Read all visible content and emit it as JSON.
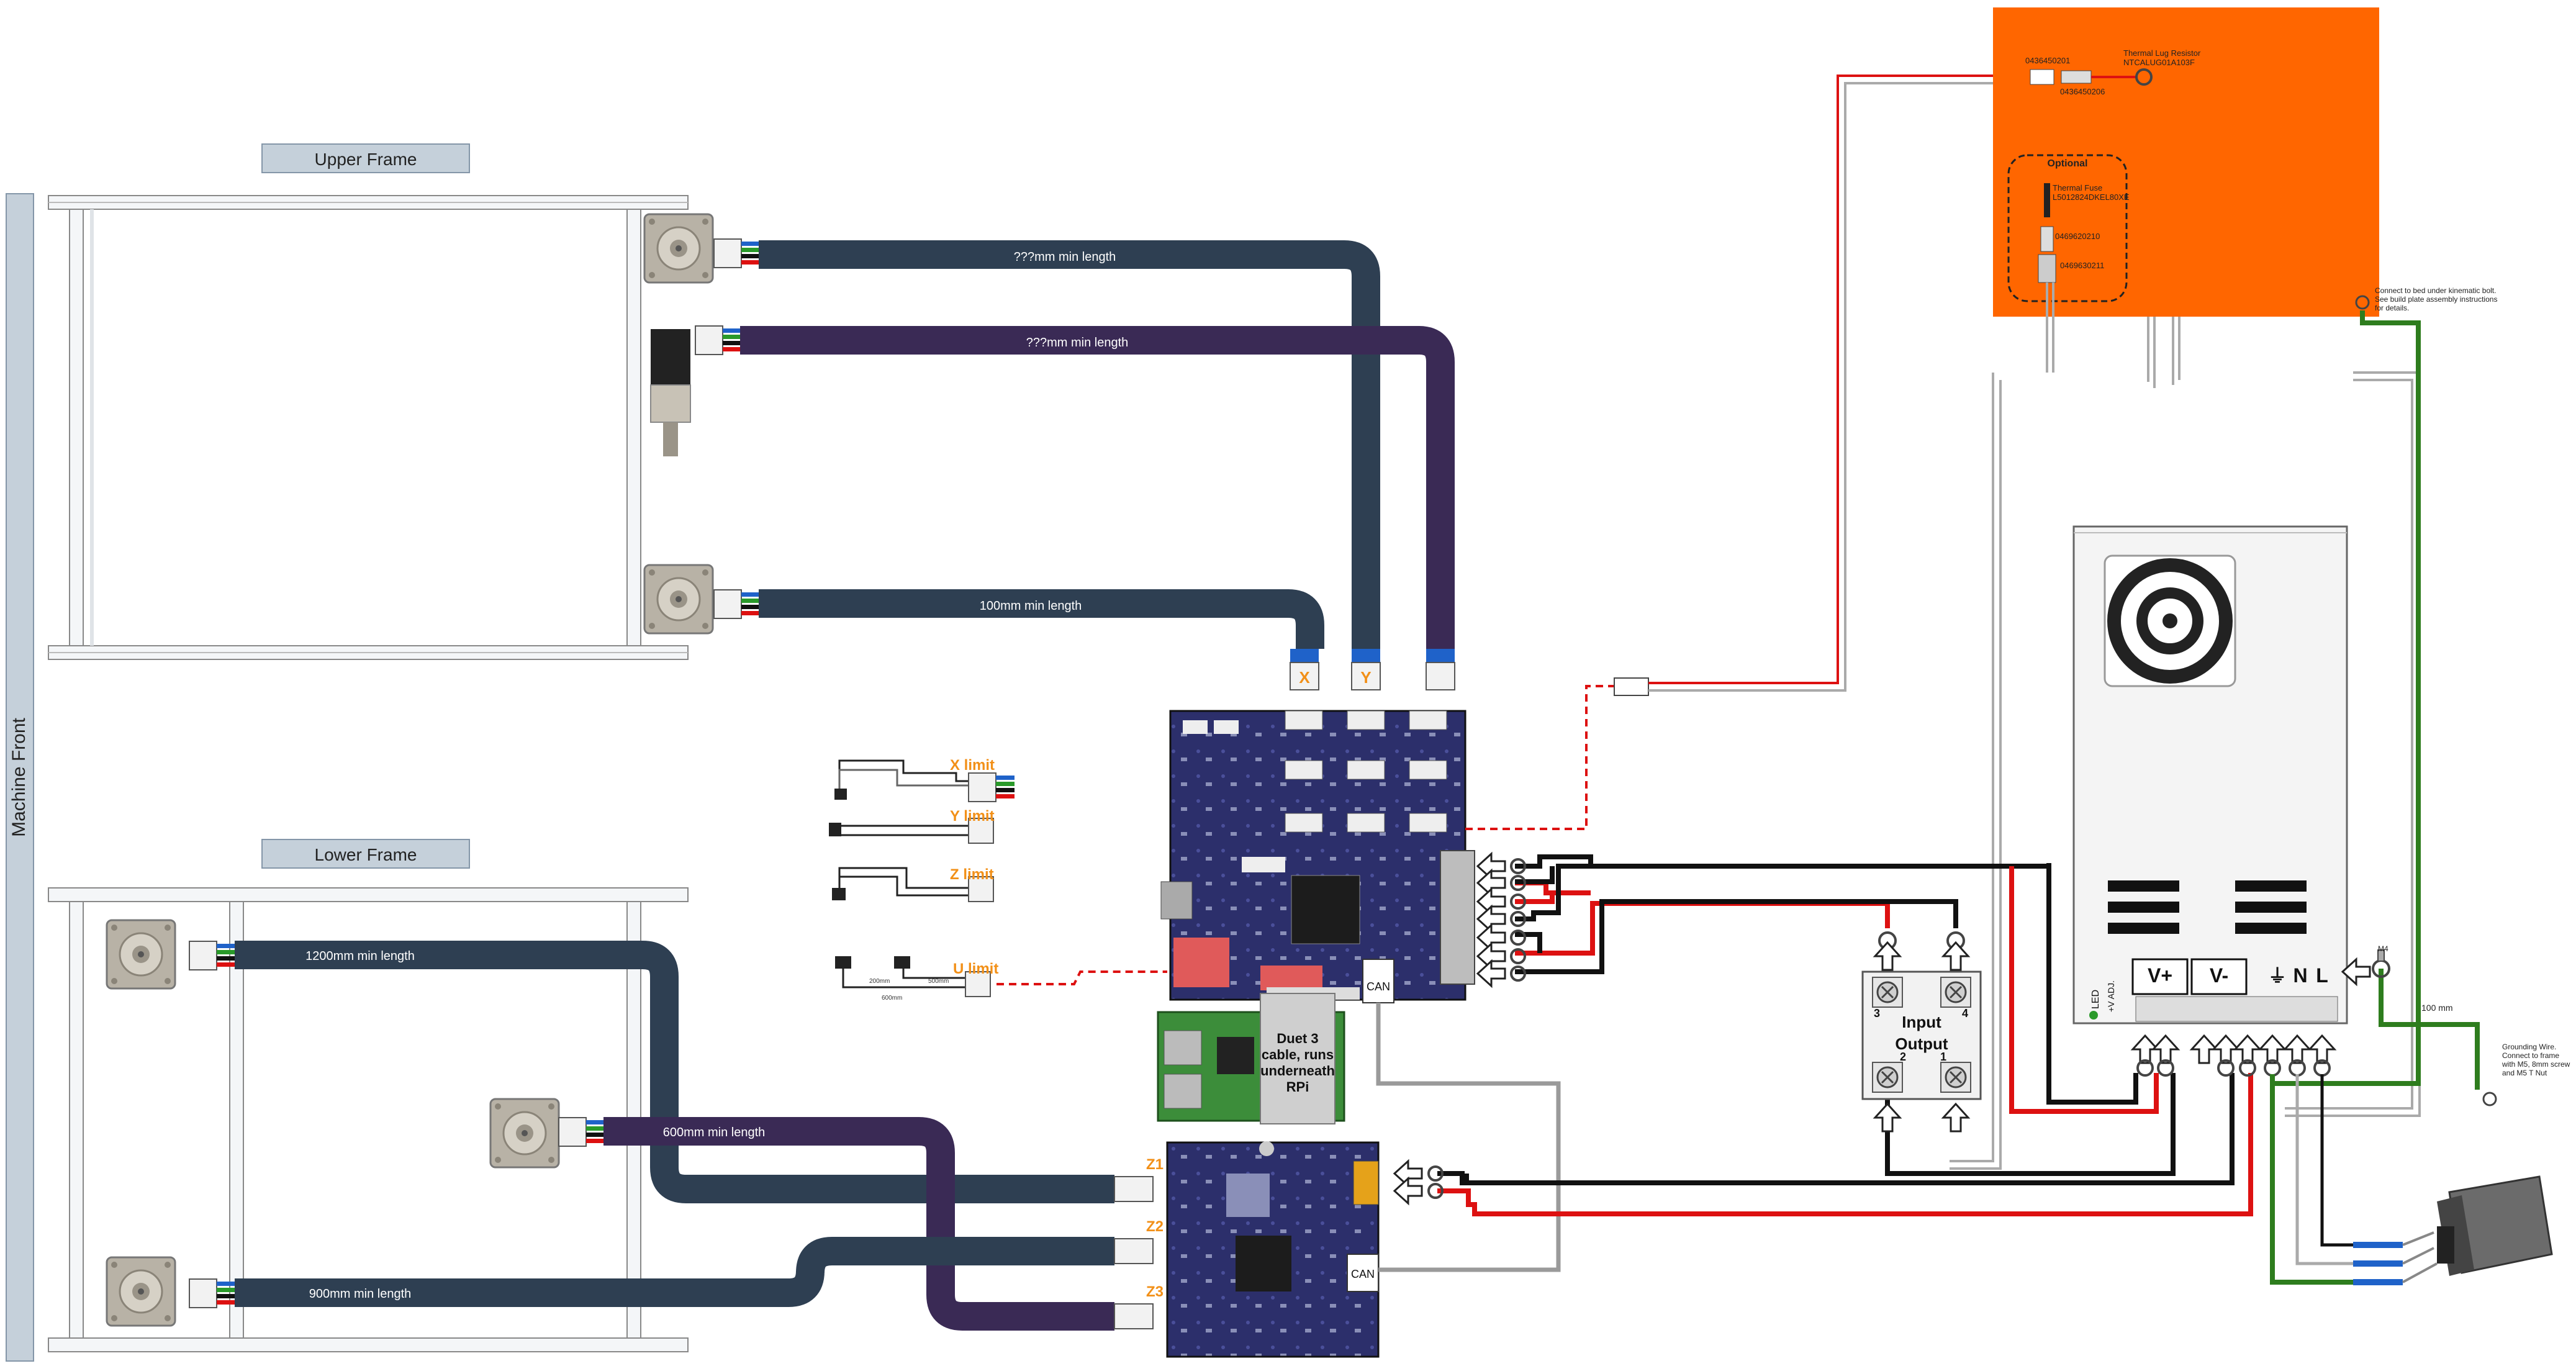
{
  "labels": {
    "upper_frame": "Upper Frame",
    "lower_frame": "Lower Frame",
    "machine_front": "Machine Front",
    "cable_upper_1": "???mm min length",
    "cable_upper_2": "???mm min length",
    "cable_upper_3": "100mm min length",
    "cable_lower_1": "1200mm min length",
    "cable_lower_2": "600mm min length",
    "cable_lower_3": "900mm min length",
    "conn_x": "X",
    "conn_y": "Y",
    "z1": "Z1",
    "z2": "Z2",
    "z3": "Z3",
    "x_limit": "X limit",
    "y_limit": "Y limit",
    "z_limit": "Z limit",
    "u_limit": "U limit",
    "u_dim_1": "200mm",
    "u_dim_2": "500mm",
    "u_dim_3": "600mm",
    "can_1": "CAN",
    "can_2": "CAN",
    "rpi_note_1": "Duet 3",
    "rpi_note_2": "cable, runs",
    "rpi_note_3": "underneath",
    "rpi_note_4": "RPi",
    "ssr_input": "Input",
    "ssr_output": "Output",
    "ssr_3": "3",
    "ssr_4": "4",
    "ssr_2": "2",
    "ssr_1": "1",
    "psu_vplus": "V+",
    "psu_vminus": "V-",
    "psu_n": "N",
    "psu_l": "L",
    "psu_led": "LED",
    "psu_adj": "+V ADJ.",
    "m4_label": "M4",
    "dim_100": "100 mm",
    "bed_part_1": "0436450201",
    "bed_part_2": "0436450206",
    "bed_thermistor_1": "Thermal Lug Resistor",
    "bed_thermistor_2": "NTCALUG01A103F",
    "bed_optional": "Optional",
    "bed_fuse_1": "Thermal Fuse",
    "bed_fuse_2": "L5012824DKEL80XE",
    "bed_part_3": "0469620210",
    "bed_part_4": "0469630211",
    "bed_note_1": "Connect to bed under kinematic bolt.",
    "bed_note_2": "See build plate assembly instructions",
    "bed_note_3": "for details.",
    "ground_note_1": "Grounding Wire.",
    "ground_note_2": "Connect to frame",
    "ground_note_3": "with M5, 8mm screw",
    "ground_note_4": "and M5 T Nut"
  },
  "colors": {
    "cable_dark": "#2e3f52",
    "cable_purple": "#3a2a55",
    "bed": "#ff6600",
    "board": "#2c2f6b",
    "wire_red": "#cc1111",
    "wire_black": "#111111",
    "wire_green": "#2e7d1e",
    "frame_label_bg": "#c5d0da",
    "limit_label": "#f29018"
  },
  "icons": [
    "stepper-motor-icon",
    "linear-actuator-icon",
    "limit-switch-icon",
    "raspberry-pi-icon",
    "ring-terminal-icon",
    "fan-grille-icon",
    "power-inlet-icon",
    "fuse-icon"
  ]
}
